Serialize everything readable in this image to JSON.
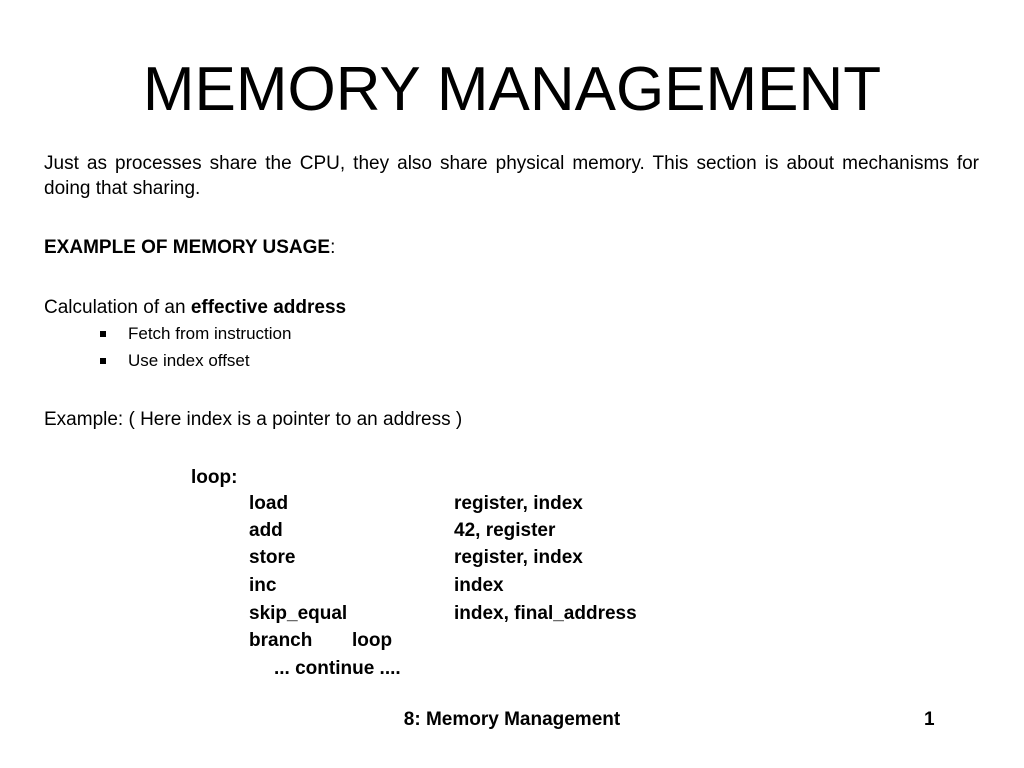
{
  "title": "MEMORY MANAGEMENT",
  "intro": "Just as processes share the CPU, they also share physical memory. This section is about mechanisms for doing that sharing.",
  "section_heading": {
    "bold": "EXAMPLE OF MEMORY USAGE",
    "suffix": ":"
  },
  "calculation": {
    "prefix": "Calculation of an ",
    "bold": "effective address"
  },
  "bullets": [
    "Fetch from instruction",
    "Use index offset"
  ],
  "example_text": "Example: ( Here index is a pointer to an address )",
  "code": {
    "label": "loop:",
    "rows": [
      {
        "op": "load",
        "arg": "register, index"
      },
      {
        "op": "add",
        "arg": "42, register"
      },
      {
        "op": "store",
        "arg": "register, index"
      },
      {
        "op": "inc",
        "arg": "index"
      },
      {
        "op": "skip_equal",
        "arg": "index, final_address"
      },
      {
        "op": "branch",
        "arg": "loop"
      }
    ],
    "continue": "... continue ...."
  },
  "footer": {
    "title": "8: Memory Management",
    "page": "1"
  }
}
